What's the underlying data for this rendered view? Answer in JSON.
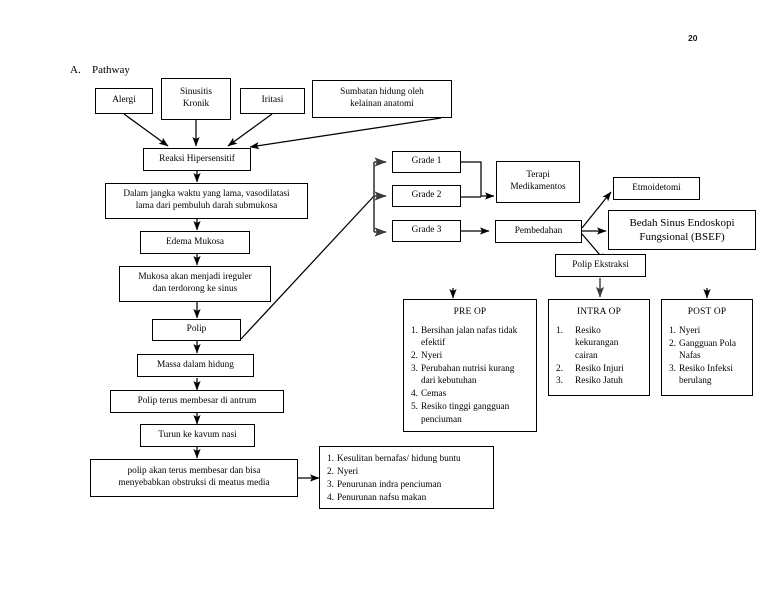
{
  "document": {
    "page_number": "20",
    "section_letter": "A.",
    "section_title": "Pathway"
  },
  "nodes": {
    "alergi": "Alergi",
    "sinusitis_kronik": "Sinusitis\nKronik",
    "sinusitis_kronik_l1": "Sinusitis",
    "sinusitis_kronik_l2": "Kronik",
    "iritasi": "Iritasi",
    "sumbatan_l1": "Sumbatan hidung oleh",
    "sumbatan_l2": "kelainan anatomi",
    "reaksi": "Reaksi Hipersensitif",
    "vasodilatasi_l1": "Dalam jangka waktu yang lama, vasodilatasi",
    "vasodilatasi_l2": "lama dari pembuluh darah submukosa",
    "edema": "Edema Mukosa",
    "mukosa_l1": "Mukosa akan menjadi ireguler",
    "mukosa_l2": "dan terdorong ke sinus",
    "polip": "Polip",
    "massa": "Massa dalam hidung",
    "antrum": "Polip terus membesar di antrum",
    "kavum": "Turun ke kavum nasi",
    "obstruksi_l1": "polip akan terus membesar dan bisa",
    "obstruksi_l2": "menyebabkan obstruksi di meatus media",
    "grade1": "Grade 1",
    "grade2": "Grade 2",
    "grade3": "Grade 3",
    "terapi_l1": "Terapi",
    "terapi_l2": "Medikamentos",
    "pembedahan": "Pembedahan",
    "etmoidetomi": "Etmoidetomi",
    "bsef_l1": "Bedah Sinus Endoskopi",
    "bsef_l2": "Fungsional (BSEF)",
    "polip_ekstraksi": "Polip Ekstraksi"
  },
  "symptom_list": {
    "items": [
      {
        "num": "1.",
        "text": "Kesulitan bernafas/ hidung buntu"
      },
      {
        "num": "2.",
        "text": "Nyeri"
      },
      {
        "num": "3.",
        "text": "Penurunan indra penciuman"
      },
      {
        "num": "4.",
        "text": "Penurunan nafsu makan"
      }
    ]
  },
  "pre_op": {
    "title": "PRE OP",
    "items": [
      {
        "num": "1.",
        "text": "Bersihan jalan nafas tidak efektif"
      },
      {
        "num": "2.",
        "text": "Nyeri"
      },
      {
        "num": "3.",
        "text": "Perubahan nutrisi kurang dari kebutuhan"
      },
      {
        "num": "4.",
        "text": "Cemas"
      },
      {
        "num": "5.",
        "text": "Resiko tinggi gangguan penciuman"
      }
    ]
  },
  "intra_op": {
    "title": "INTRA OP",
    "items": [
      {
        "num": "1.",
        "text": "Resiko kekurangan cairan"
      },
      {
        "num": "2.",
        "text": "Resiko Injuri"
      },
      {
        "num": "3.",
        "text": "Resiko Jatuh"
      }
    ]
  },
  "post_op": {
    "title": "POST OP",
    "items": [
      {
        "num": "1.",
        "text": "Nyeri"
      },
      {
        "num": "2.",
        "text": "Gangguan Pola Nafas"
      },
      {
        "num": "3.",
        "text": "Resiko Infeksi berulang"
      }
    ]
  },
  "colors": {
    "stroke": "#000000",
    "background": "#ffffff"
  }
}
